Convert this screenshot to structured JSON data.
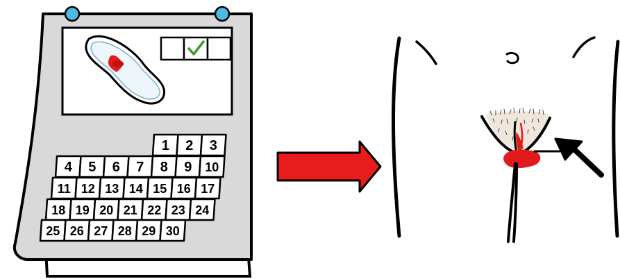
{
  "calendar": {
    "pad_icon": "sanitary-pad-with-blood-icon",
    "checkboxes": [
      {
        "checked": false
      },
      {
        "checked": true
      },
      {
        "checked": false
      }
    ],
    "rows": [
      [
        "",
        "",
        "",
        "",
        "1",
        "2",
        "3"
      ],
      [
        "4",
        "5",
        "6",
        "7",
        "8",
        "9",
        "10"
      ],
      [
        "11",
        "12",
        "13",
        "14",
        "15",
        "16",
        "17"
      ],
      [
        "18",
        "19",
        "20",
        "21",
        "22",
        "23",
        "24"
      ],
      [
        "25",
        "26",
        "27",
        "28",
        "29",
        "30",
        ""
      ]
    ]
  },
  "arrow": {
    "color": "#e81c1c",
    "icon": "right-arrow-icon"
  },
  "figure": {
    "icon": "lower-body-menstruation-icon",
    "blood_color": "#e11b1b",
    "pointer_icon": "pointer-arrow-icon"
  },
  "colors": {
    "pin": "#4fb8e6",
    "page_shadow": "#d9d9d9",
    "blood": "#e11b1b",
    "check": "#3a9a2a"
  }
}
